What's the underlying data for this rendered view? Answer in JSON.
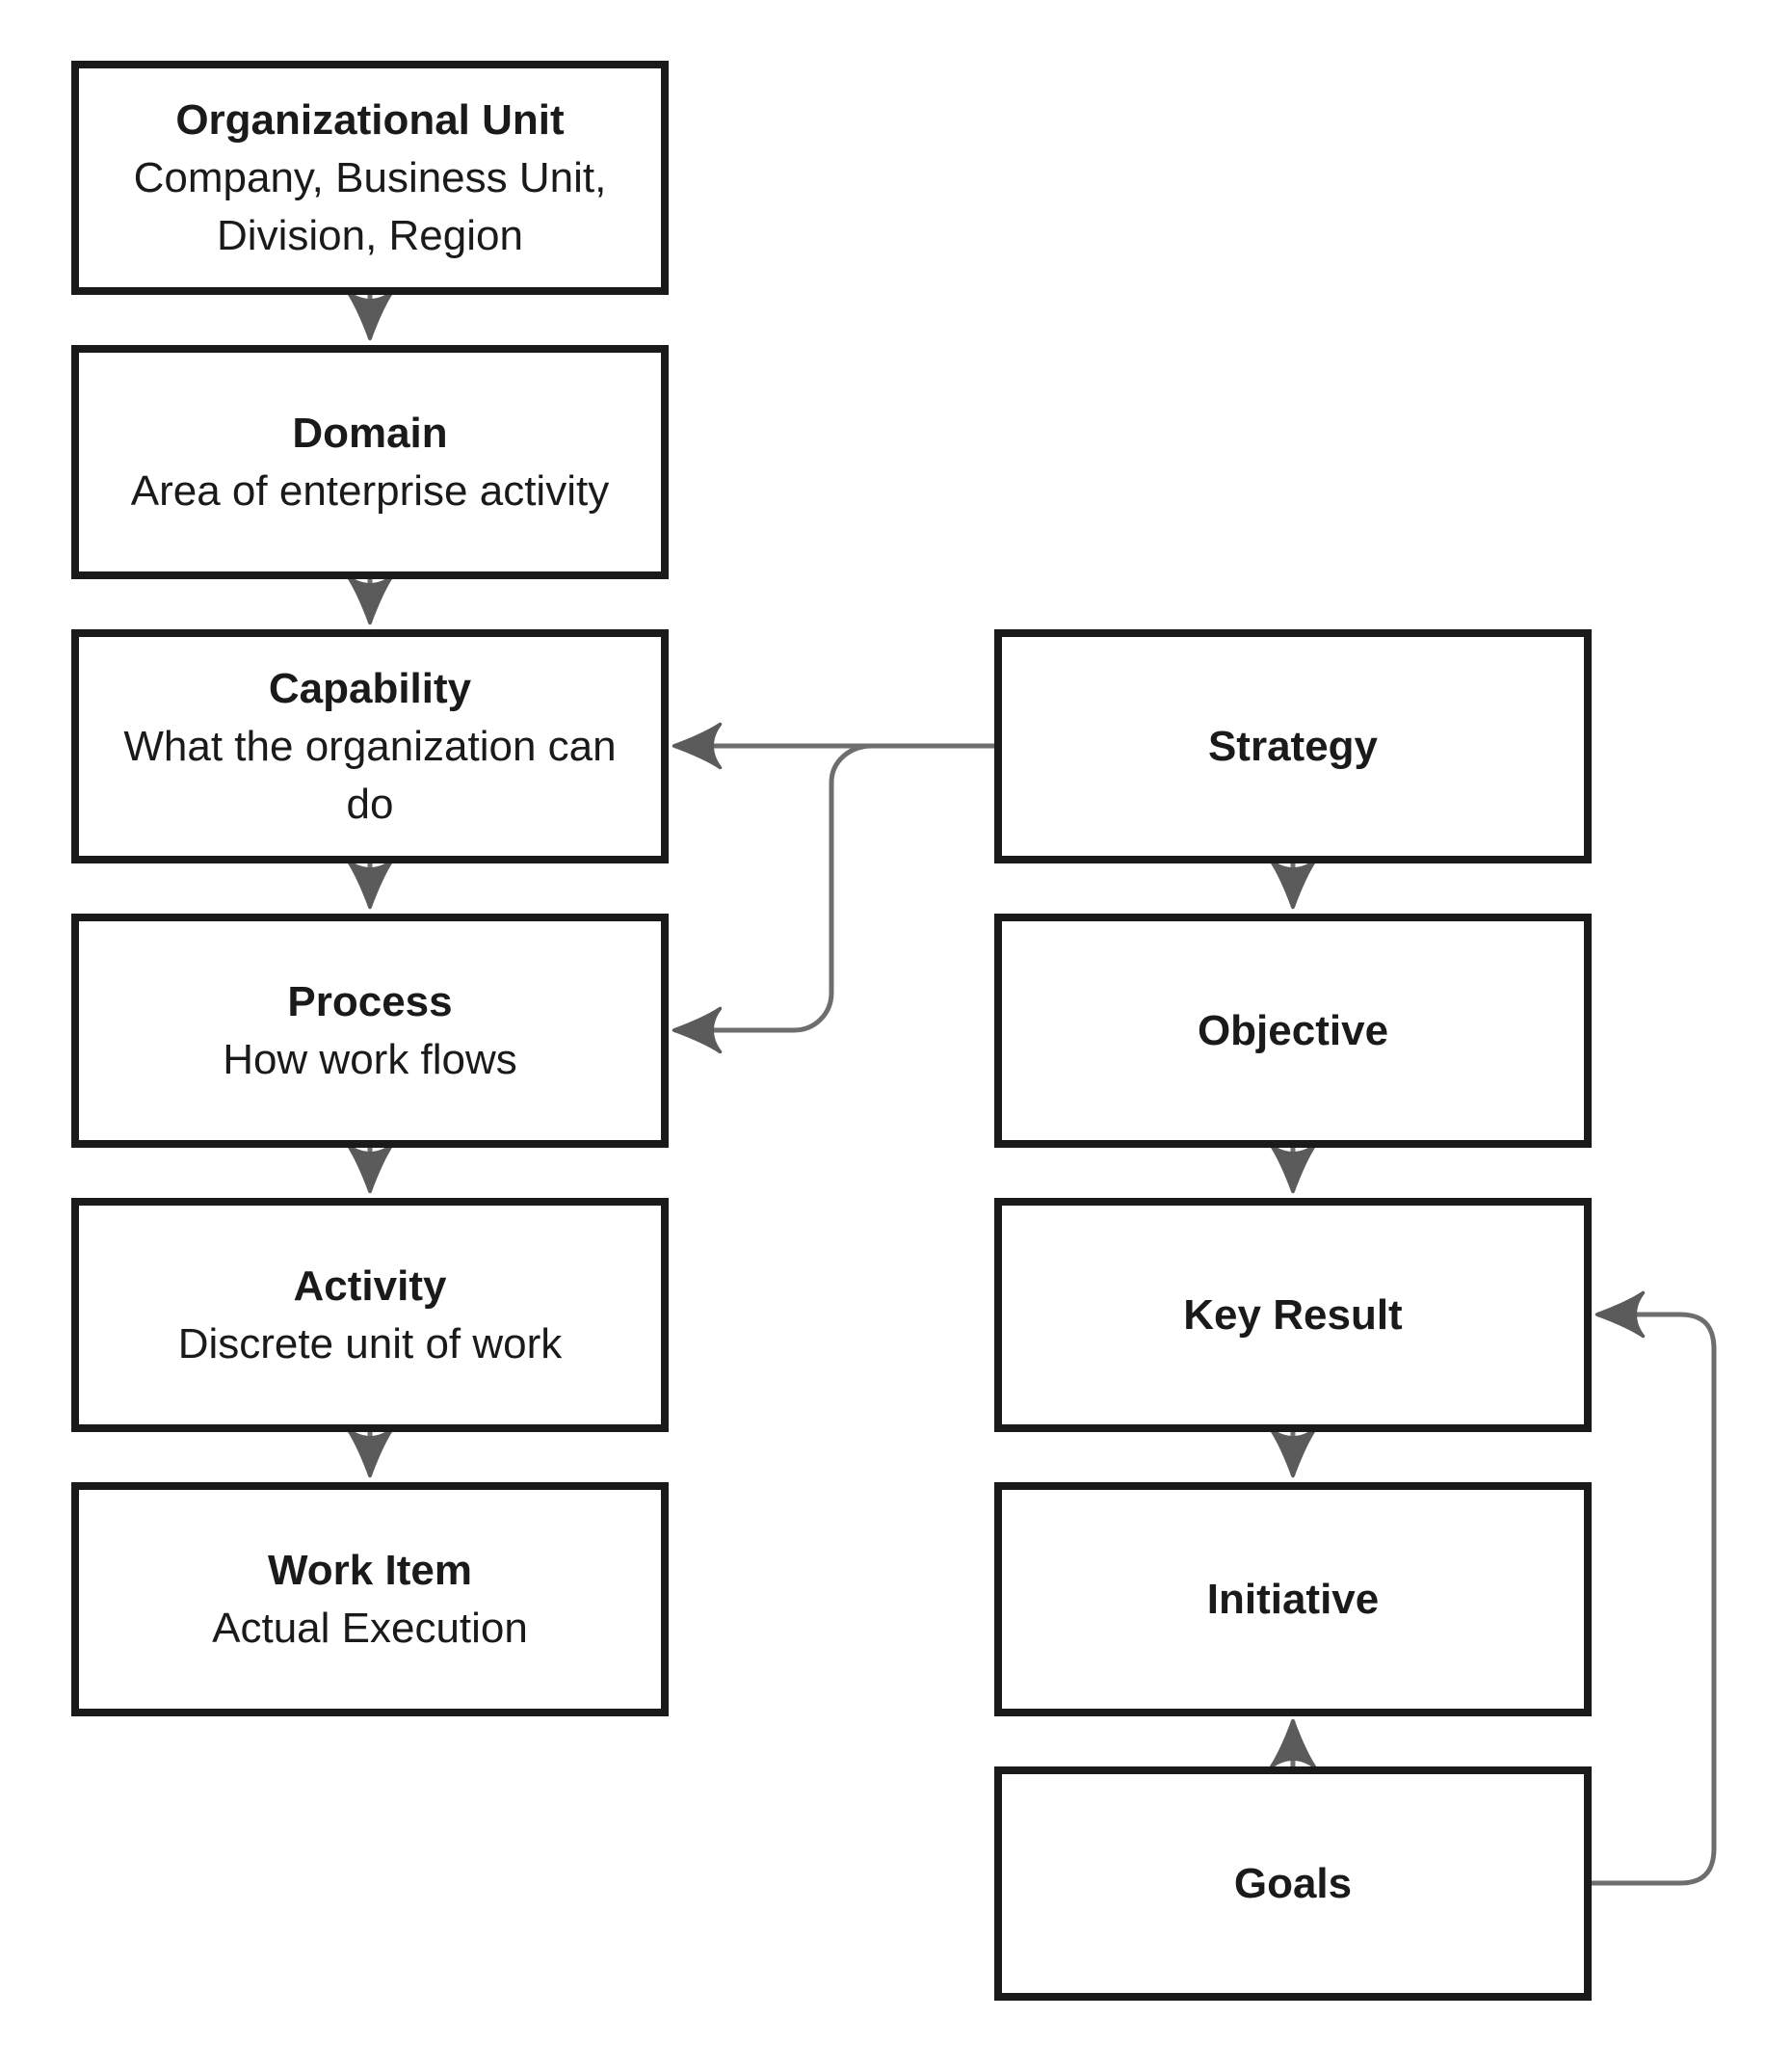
{
  "diagram": {
    "type": "flowchart",
    "background_color": "#ffffff",
    "node_border_color": "#1a1a1a",
    "node_fill_color": "#ffffff",
    "text_color": "#1a1a1a",
    "edge_line_color": "#6e6e6e",
    "arrowhead_color": "#5b5b5b",
    "left_column": [
      {
        "title": "Organizational Unit",
        "subtitle": "Company, Business Unit, Division, Region"
      },
      {
        "title": "Domain",
        "subtitle": "Area of enterprise activity"
      },
      {
        "title": "Capability",
        "subtitle": "What the organization can do"
      },
      {
        "title": "Process",
        "subtitle": "How work flows"
      },
      {
        "title": "Activity",
        "subtitle": "Discrete unit of work"
      },
      {
        "title": "Work Item",
        "subtitle": "Actual Execution"
      }
    ],
    "right_column": [
      {
        "title": "Strategy"
      },
      {
        "title": "Objective"
      },
      {
        "title": "Key Result"
      },
      {
        "title": "Initiative"
      },
      {
        "title": "Goals"
      }
    ],
    "edges": [
      {
        "from": "Organizational Unit",
        "to": "Domain",
        "direction": "down"
      },
      {
        "from": "Domain",
        "to": "Capability",
        "direction": "down"
      },
      {
        "from": "Capability",
        "to": "Process",
        "direction": "down"
      },
      {
        "from": "Process",
        "to": "Activity",
        "direction": "down"
      },
      {
        "from": "Activity",
        "to": "Work Item",
        "direction": "down"
      },
      {
        "from": "Strategy",
        "to": "Capability",
        "direction": "left"
      },
      {
        "from": "Strategy",
        "to": "Process",
        "direction": "left-down"
      },
      {
        "from": "Strategy",
        "to": "Objective",
        "direction": "down"
      },
      {
        "from": "Objective",
        "to": "Key Result",
        "direction": "down"
      },
      {
        "from": "Key Result",
        "to": "Initiative",
        "direction": "down"
      },
      {
        "from": "Goals",
        "to": "Initiative",
        "direction": "up"
      },
      {
        "from": "Goals",
        "to": "Key Result",
        "direction": "right-up"
      }
    ]
  }
}
